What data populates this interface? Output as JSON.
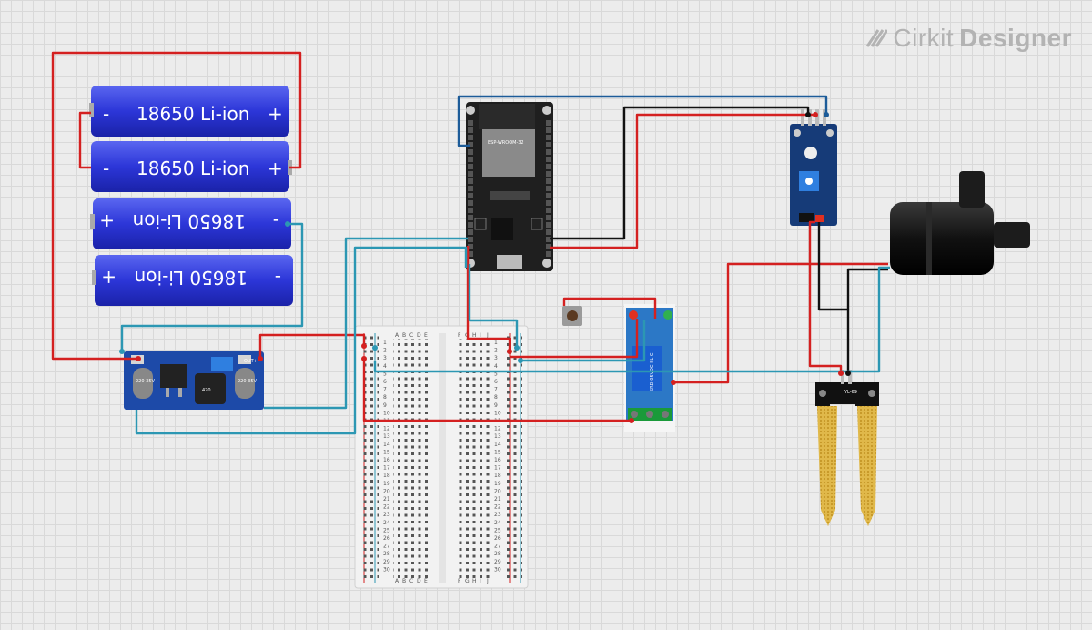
{
  "brand": {
    "prefix": "Cirkit",
    "suffix": "Designer"
  },
  "battery_label": "18650 Li-ion",
  "battery_minus": "-",
  "battery_plus": "+",
  "regulator": {
    "cap1": "220 35V",
    "cap2": "220 35V",
    "inductor": "470",
    "out_label": "OUT+"
  },
  "breadboard": {
    "cols_left": [
      "A",
      "B",
      "C",
      "D",
      "E"
    ],
    "cols_right": [
      "F",
      "G",
      "H",
      "I",
      "J"
    ],
    "rows": [
      "1",
      "2",
      "3",
      "4",
      "5",
      "6",
      "7",
      "8",
      "9",
      "10",
      "11",
      "12",
      "13",
      "14",
      "15",
      "16",
      "17",
      "18",
      "19",
      "20",
      "21",
      "22",
      "23",
      "24",
      "25",
      "26",
      "27",
      "28",
      "29",
      "30"
    ]
  },
  "esp32": {
    "module_label": "ESP-WROOM-32"
  },
  "relay": {
    "model": "SRD-05VDC-SL-C"
  },
  "soil_sensor": {
    "label": "YL-69"
  },
  "colors": {
    "wire_red": "#d42020",
    "wire_black": "#111111",
    "wire_teal": "#2c97b3",
    "wire_navy": "#1d5c99"
  }
}
